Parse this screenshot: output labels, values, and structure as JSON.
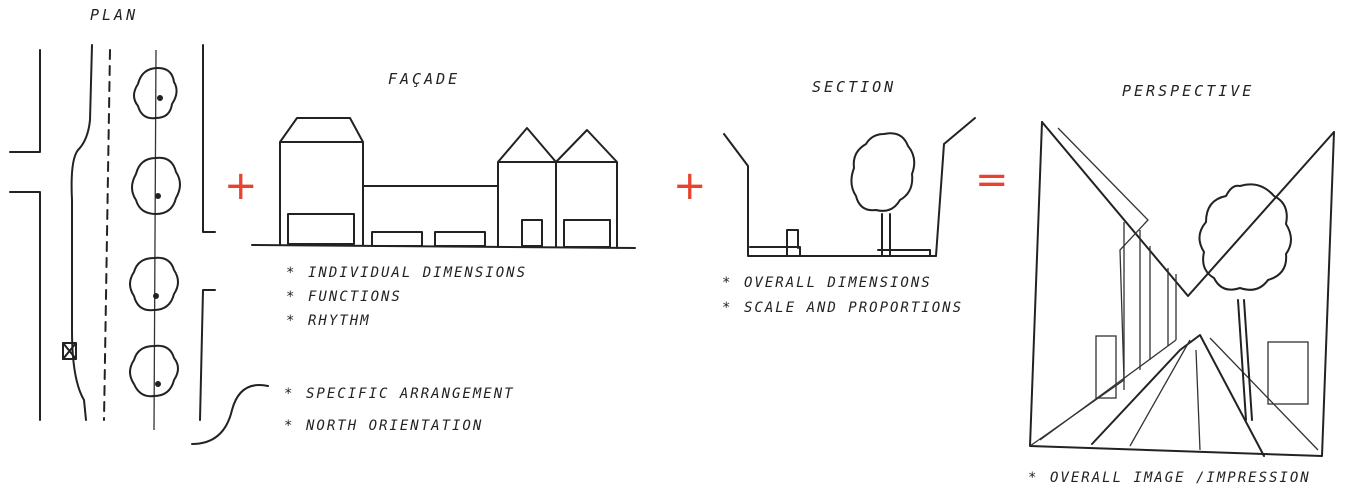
{
  "titles": {
    "plan": "PLAN",
    "facade": "FAÇADE",
    "section": "SECTION",
    "perspective": "PERSPECTIVE"
  },
  "operators": {
    "plus1": "+",
    "plus2": "+",
    "equals": "="
  },
  "facade_notes": [
    "INDIVIDUAL DIMENSIONS",
    "FUNCTIONS",
    "RHYTHM"
  ],
  "plan_notes": [
    "SPECIFIC ARRANGEMENT",
    "NORTH ORIENTATION"
  ],
  "section_notes": [
    "OVERALL DIMENSIONS",
    "SCALE AND PROPORTIONS"
  ],
  "perspective_notes": [
    "OVERALL IMAGE /IMPRESSION"
  ],
  "bullet": "*",
  "colors": {
    "ink": "#222222",
    "operator": "#e8432e",
    "paper": "#ffffff"
  }
}
